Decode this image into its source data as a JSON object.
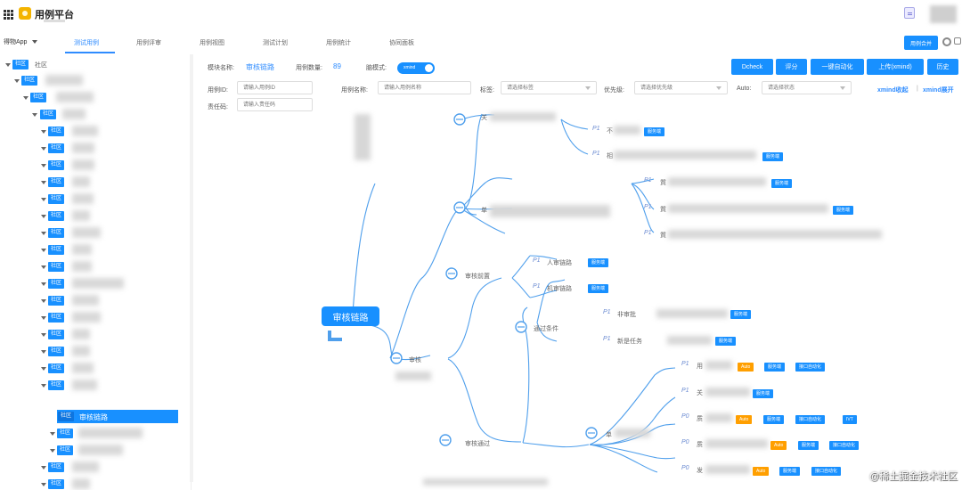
{
  "header": {
    "title": "用例平台",
    "app_selector": "得物App"
  },
  "tabs": [
    {
      "label": "测试用例",
      "active": true
    },
    {
      "label": "用例评审",
      "active": false
    },
    {
      "label": "用例视图",
      "active": false
    },
    {
      "label": "测试计划",
      "active": false
    },
    {
      "label": "用例统计",
      "active": false
    },
    {
      "label": "协同面板",
      "active": false
    }
  ],
  "top_actions": {
    "compare_label": "用例合并"
  },
  "sidebar": {
    "items": [
      {
        "tag": "社区",
        "label": "社区",
        "level": 0
      },
      {
        "tag": "社区",
        "label": "",
        "level": 1
      },
      {
        "tag": "社区",
        "label": "",
        "level": 2
      },
      {
        "tag": "社区",
        "label": "",
        "level": 3
      },
      {
        "tag": "社区",
        "label": "",
        "level": 4
      },
      {
        "tag": "社区",
        "label": "",
        "level": 4
      },
      {
        "tag": "社区",
        "label": "",
        "level": 4
      },
      {
        "tag": "社区",
        "label": "",
        "level": 4
      },
      {
        "tag": "社区",
        "label": "",
        "level": 4
      },
      {
        "tag": "社区",
        "label": "",
        "level": 4
      },
      {
        "tag": "社区",
        "label": "",
        "level": 4
      },
      {
        "tag": "社区",
        "label": "",
        "level": 4
      },
      {
        "tag": "社区",
        "label": "",
        "level": 4
      },
      {
        "tag": "社区",
        "label": "",
        "level": 4
      },
      {
        "tag": "社区",
        "label": "",
        "level": 4
      },
      {
        "tag": "社区",
        "label": "",
        "level": 4
      },
      {
        "tag": "社区",
        "label": "",
        "level": 4
      },
      {
        "tag": "社区",
        "label": "",
        "level": 4
      },
      {
        "tag": "社区",
        "label": "",
        "level": 4
      },
      {
        "tag": "社区",
        "label": "",
        "level": 4
      },
      {
        "tag": "社区",
        "label": "审核链路",
        "level": 5,
        "selected": true
      },
      {
        "tag": "社区",
        "label": "",
        "level": 5
      },
      {
        "tag": "社区",
        "label": "",
        "level": 5
      },
      {
        "tag": "社区",
        "label": "",
        "level": 5
      },
      {
        "tag": "社区",
        "label": "",
        "level": 5
      }
    ]
  },
  "module": {
    "name_label": "模块名称:",
    "name_value": "审核链路",
    "count_label": "用例数量:",
    "count_value": "89",
    "mode_label": "脑模式:",
    "mode_value": "xmind"
  },
  "filters": {
    "case_id_label": "用例ID:",
    "case_id_placeholder": "请输入用例ID",
    "case_name_label": "用例名称:",
    "case_name_placeholder": "请输入用例名称",
    "tag_label": "标签:",
    "tag_placeholder": "请选择标签",
    "priority_label": "优先级:",
    "priority_placeholder": "请选择优先级",
    "auto_label": "Auto:",
    "auto_placeholder": "请选择状态",
    "owner_label": "责任码:",
    "owner_placeholder": "请输入责任码"
  },
  "actions": {
    "dcheck": "Dcheck",
    "score": "评分",
    "automation": "一键自动化",
    "upload": "上传(xmind)",
    "history": "历史",
    "xmind_collapse": "xmind收起",
    "xmind_expand": "xmind展开",
    "separator": "|"
  },
  "mindmap": {
    "root": "审核链路",
    "branch_review": "审核",
    "branch_rules": "审核前置",
    "branch_pass": "审核通过",
    "node_conditions": "通过条件",
    "node_human": "人审链路",
    "node_machine": "机审链路",
    "node_risk": "非审批",
    "node_new_task": "新是任务",
    "node_top_a": "关",
    "node_top_b": "不",
    "node_top_c": "相",
    "node_mid": "单",
    "node_branch_upper": "用",
    "node_p0_a": "发",
    "node_p0_b": "质",
    "node_p1_a": "用",
    "node_p1_b": "关",
    "node_b1": "质",
    "node_b2": "质",
    "node_b3": "質",
    "p1": "P1",
    "p0": "P0",
    "tag_pending": "服务端",
    "tag_auto": "Auto",
    "tag_api": "接口自动化",
    "tag_ivt": "IVT"
  },
  "watermark": "@稀土掘金技术社区"
}
